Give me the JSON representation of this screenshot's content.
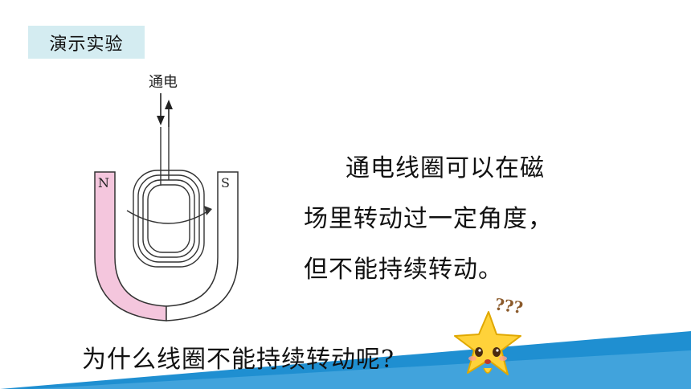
{
  "section_tag": "演示实验",
  "diagram": {
    "current_label": "通电",
    "pole_left": "N",
    "pole_right": "S"
  },
  "paragraph": {
    "line1": "通电线圈可以在磁",
    "line2": "场里转动过一定角度，",
    "line3": "但不能持续转动。"
  },
  "question": "为什么线圈不能持续转动呢?",
  "question_marks": "???",
  "colors": {
    "tag_bg": "#d4ecf1",
    "magnet_north": "#f4c6dd",
    "accent_blue": "#1f8fd1"
  }
}
